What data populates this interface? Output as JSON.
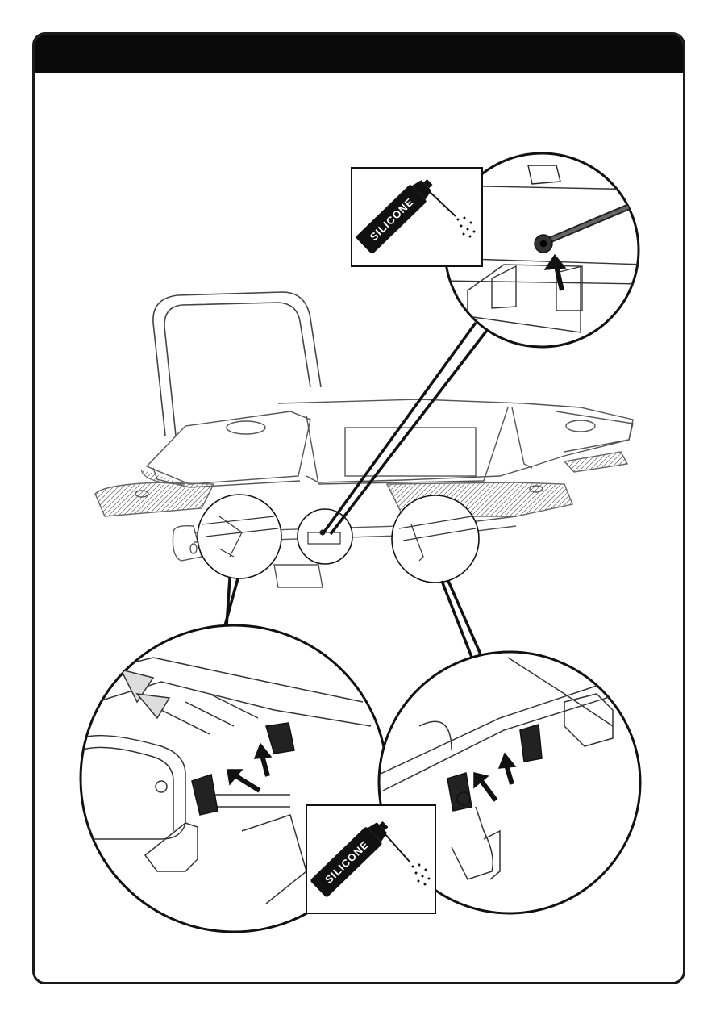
{
  "header": {
    "title": ""
  },
  "spray_can_top": {
    "label": "SILICONE",
    "icon": "silicone-spray-icon"
  },
  "spray_can_bottom": {
    "label": "SILICONE",
    "icon": "silicone-spray-icon"
  },
  "illustration": {
    "subject": "bike-carrier-lubrication-points"
  }
}
